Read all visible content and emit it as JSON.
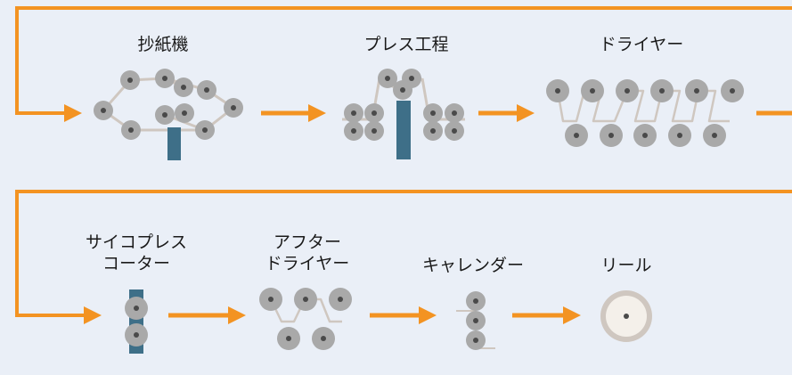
{
  "steps_row1": [
    {
      "label": "抄紙機"
    },
    {
      "label": "プレス工程"
    },
    {
      "label": "ドライヤー"
    }
  ],
  "steps_row2": [
    {
      "label_lines": [
        "サイコプレス",
        "コーター"
      ]
    },
    {
      "label_lines": [
        "アフター",
        "ドライヤー"
      ]
    },
    {
      "label": "キャレンダー"
    },
    {
      "label": "リール"
    }
  ],
  "colors": {
    "background": "#eaeff7",
    "arrow": "#f39322",
    "roller": "#a9a9a9",
    "roller_center": "#4a4a4a",
    "felt": "#cfc7c0",
    "press_block": "#3e6f88",
    "reel_outer": "#cfc7c0",
    "reel_inner": "#f4f0ea"
  }
}
